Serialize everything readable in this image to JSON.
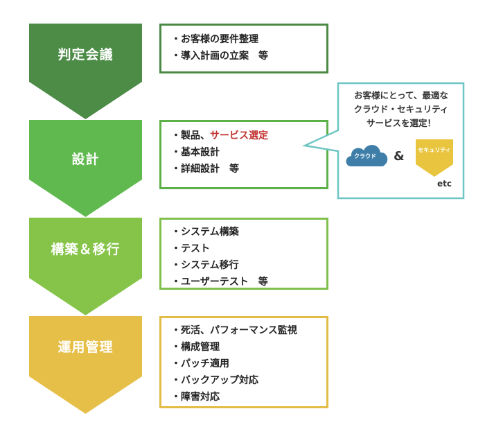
{
  "stages": [
    {
      "title": "判定会議",
      "color": "#4c8c47",
      "border": "#4a8a45",
      "items": [
        {
          "text": "お客様の要件整理"
        },
        {
          "text": "導入計画の立案　等"
        }
      ]
    },
    {
      "title": "設計",
      "color": "#5fb94e",
      "border": "#5cb048",
      "items": [
        {
          "text": "製品、",
          "highlight": "サービス選定"
        },
        {
          "text": "基本設計"
        },
        {
          "text": "詳細設計　等"
        }
      ]
    },
    {
      "title": "構築＆移行",
      "color": "#86c449",
      "border": "#7fc04a",
      "items": [
        {
          "text": "システム構築"
        },
        {
          "text": "テスト"
        },
        {
          "text": "システム移行"
        },
        {
          "text": "ユーザーテスト　等"
        }
      ]
    },
    {
      "title": "運用管理",
      "color": "#e6bf48",
      "border": "#e3bc45",
      "items": [
        {
          "text": "死活、パフォーマンス監視"
        },
        {
          "text": "構成管理"
        },
        {
          "text": "パッチ適用"
        },
        {
          "text": "バックアップ対応"
        },
        {
          "text": "障害対応"
        }
      ]
    }
  ],
  "callout": {
    "lines": [
      "お客様にとって、最適な",
      "クラウド・セキュリティ",
      "サービスを選定！"
    ],
    "border_color": "#6ec6c4",
    "cloud_label": "クラウド",
    "cloud_color": "#3e7ea8",
    "ampersand": "&",
    "security_label": "セキュリティ",
    "security_color": "#e9c53f",
    "etc": "etc"
  }
}
